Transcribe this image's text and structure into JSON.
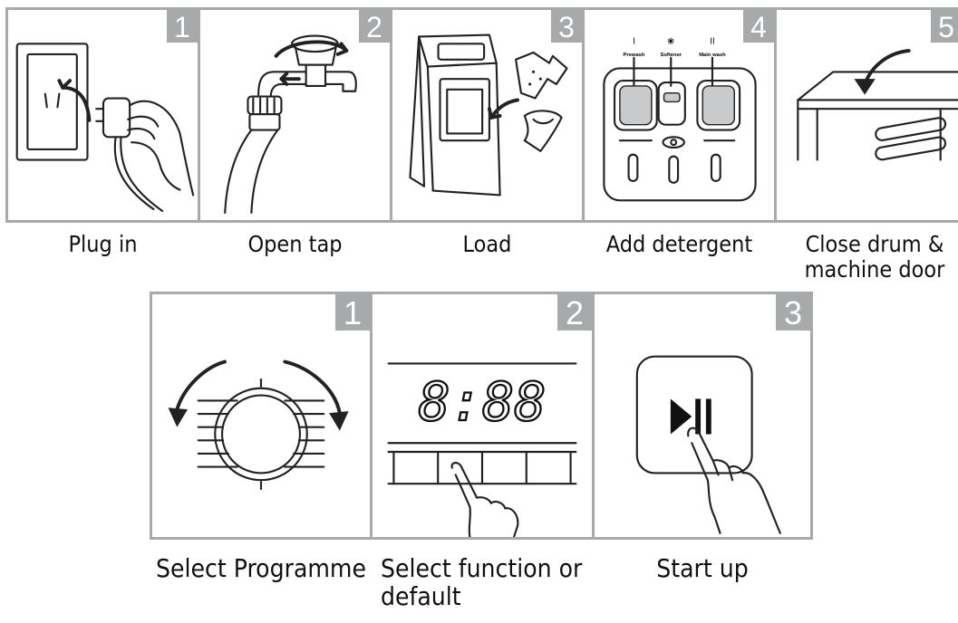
{
  "steps_top": [
    {
      "number": "1",
      "label": "Plug in"
    },
    {
      "number": "2",
      "label": "Open tap"
    },
    {
      "number": "3",
      "label": "Load"
    },
    {
      "number": "4",
      "label": "Add detergent"
    },
    {
      "number": "5",
      "label": "Close drum & machine door"
    }
  ],
  "steps_bottom": [
    {
      "number": "1",
      "label": "Select Programme"
    },
    {
      "number": "2",
      "label": "Select function or default"
    },
    {
      "number": "3",
      "label": "Start up"
    }
  ],
  "dispenser": {
    "prewash_mark": "I",
    "prewash_label": "Prewash",
    "softener_label": "Softener",
    "mainwash_mark": "II",
    "mainwash_label": "Main wash"
  },
  "display_readout": "8:88",
  "colors": {
    "frame": "#a7a9ab",
    "compartment": "#c9cacb"
  }
}
